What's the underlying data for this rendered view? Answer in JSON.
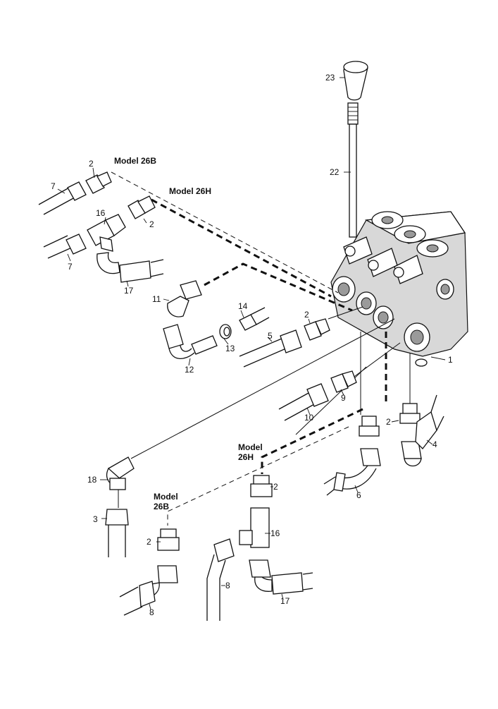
{
  "callouts": {
    "c1": "1",
    "c2a": "2",
    "c2b": "2",
    "c2c": "2",
    "c2d": "2",
    "c2e": "2",
    "c2f": "2",
    "c3": "3",
    "c4": "4",
    "c5": "5",
    "c6": "6",
    "c7a": "7",
    "c7b": "7",
    "c8a": "8",
    "c8b": "8",
    "c9": "9",
    "c10": "10",
    "c11": "11",
    "c12": "12",
    "c13": "13",
    "c14": "14",
    "c16a": "16",
    "c16b": "16",
    "c17a": "17",
    "c17b": "17",
    "c18": "18",
    "c22": "22",
    "c23": "23"
  },
  "model_labels": {
    "top_26b": "Model 26B",
    "top_26h": "Model 26H",
    "bottom_26h_line1": "Model",
    "bottom_26h_line2": "26H",
    "bottom_26b_line1": "Model",
    "bottom_26b_line2": "26B"
  }
}
